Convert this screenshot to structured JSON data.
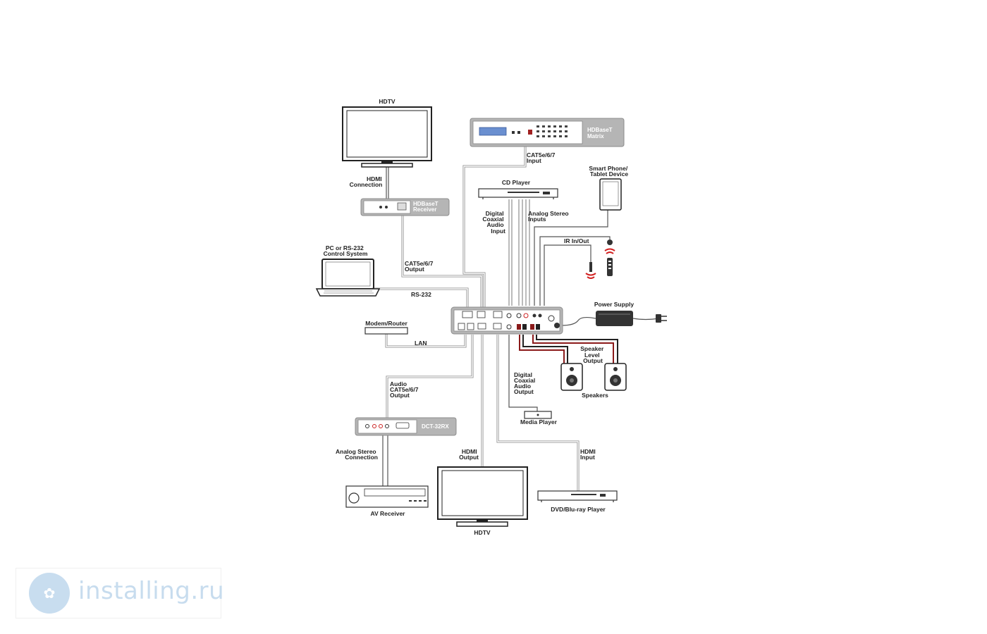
{
  "labels": {
    "hdtv_top": "HDTV",
    "hdmi_connection": [
      "HDMI",
      "Connection"
    ],
    "hdbaset_receiver": [
      "HDBaseT",
      "Receiver"
    ],
    "hdbaset_matrix": [
      "HDBaseT",
      "Matrix"
    ],
    "cat_input": [
      "CAT5e/6/7",
      "Input"
    ],
    "cd_player": "CD Player",
    "smart_phone": [
      "Smart Phone/",
      "Tablet Device"
    ],
    "digital_coax_input": [
      "Digital",
      "Coaxial",
      "Audio",
      "Input"
    ],
    "analog_stereo_inputs": [
      "Analog Stereo",
      "Inputs"
    ],
    "ir_in_out": "IR In/Out",
    "pc_control": [
      "PC or RS-232",
      "Control System"
    ],
    "cat_output": [
      "CAT5e/6/7",
      "Output"
    ],
    "rs232": "RS-232",
    "power_supply": "Power Supply",
    "modem_router": "Modem/Router",
    "lan": "LAN",
    "speaker_level": [
      "Speaker",
      "Level",
      "Output"
    ],
    "speakers": "Speakers",
    "audio_cat_output": [
      "Audio",
      "CAT5e/6/7",
      "Output"
    ],
    "digital_coax_output": [
      "Digital",
      "Coaxial",
      "Audio",
      "Output"
    ],
    "media_player": "Media Player",
    "dct_32rx": "DCT-32RX",
    "analog_stereo_connection": [
      "Analog Stereo",
      "Connection"
    ],
    "hdmi_output": [
      "HDMI",
      "Output"
    ],
    "hdmi_input": [
      "HDMI",
      "Input"
    ],
    "av_receiver": "AV Receiver",
    "dvd_player": "DVD/Blu-ray Player",
    "hdtv_bottom": "HDTV"
  },
  "watermark": {
    "text": "installing.ru",
    "icon": "installing-logo-icon"
  },
  "colors": {
    "device_grey": "#b5b5b5",
    "cable_red": "#8b1a1a",
    "ir_red": "#d22020",
    "watermark_blue": "#c7dcee"
  }
}
